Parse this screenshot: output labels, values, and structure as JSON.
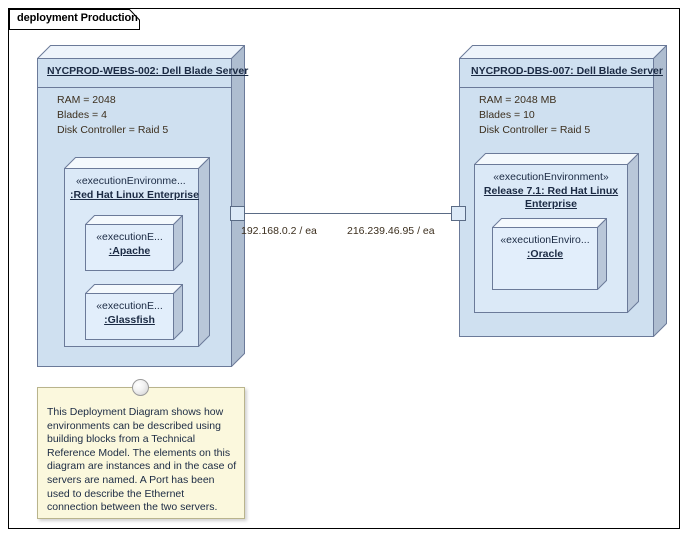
{
  "frame": {
    "label": "deployment Production"
  },
  "nodes": {
    "left_server": {
      "title": "NYCPROD-WEBS-002: Dell Blade Server",
      "attributes": [
        "RAM = 2048",
        "Blades = 4",
        "Disk Controller = Raid 5"
      ],
      "exec_env": {
        "stereotype": "«executionEnvironme...",
        "name": ":Red  Hat Linux Enterprise",
        "children": [
          {
            "stereotype": "«executionE...",
            "name": ":Apache"
          },
          {
            "stereotype": "«executionE...",
            "name": ":Glassfish"
          }
        ]
      }
    },
    "right_server": {
      "title": "NYCPROD-DBS-007: Dell Blade Server",
      "attributes": [
        "RAM = 2048 MB",
        "Blades = 10",
        "Disk Controller = Raid 5"
      ],
      "exec_env": {
        "stereotype": "«executionEnvironment»",
        "name_line1": "Release 7.1: Red  Hat Linux",
        "name_line2": "Enterprise",
        "children": [
          {
            "stereotype": "«executionEnviro...",
            "name": ":Oracle"
          }
        ]
      }
    }
  },
  "connection": {
    "left_port_label": "192.168.0.2 / ea",
    "right_port_label": "216.239.46.95 / ea"
  },
  "note": {
    "text": "This Deployment Diagram shows how environments can be described using building blocks from a Technical Reference Model. The elements on this diagram are instances and in the case of servers are named. A Port has been used to describe the Ethernet connection between the two servers."
  },
  "colors": {
    "node_fill": "#cfe0f0",
    "inner_fill": "#dbe9f7",
    "inner2_fill": "#e2eefb",
    "node_border": "#6b7a99",
    "note_fill": "#fbf8dd",
    "note_border": "#b9b48c",
    "attr_text": "#3c2f1e"
  }
}
